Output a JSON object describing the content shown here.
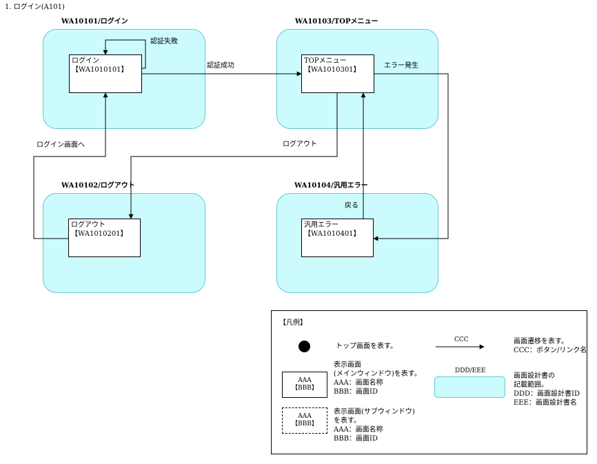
{
  "section_title": "1. ログイン(A101)",
  "groups": [
    {
      "id": "login",
      "title": "WA10101/ログイン",
      "screen_name": "ログイン",
      "screen_id": "【WA1010101】"
    },
    {
      "id": "top",
      "title": "WA10103/TOPメニュー",
      "screen_name": "TOPメニュー",
      "screen_id": "【WA1010301】"
    },
    {
      "id": "logout",
      "title": "WA10102/ログアウト",
      "screen_name": "ログアウト",
      "screen_id": "【WA1010201】"
    },
    {
      "id": "error",
      "title": "WA10104/汎用エラー",
      "screen_name": "汎用エラー",
      "screen_id": "【WA1010401】"
    }
  ],
  "transitions": {
    "auth_fail": "認証失敗",
    "auth_success": "認証成功",
    "error_occurred": "エラー発生",
    "to_login": "ログイン画面へ",
    "logout": "ログアウト",
    "back": "戻る"
  },
  "legend": {
    "title": "【凡例】",
    "top_screen_desc": "トップ画面を表す。",
    "main_window": {
      "box_line1": "AAA",
      "box_line2": "【BBB】",
      "desc": [
        "表示画面",
        "(メインウィンドウ)を表す。",
        "AAA：画面名称",
        "BBB：画面ID"
      ]
    },
    "sub_window": {
      "box_line1": "AAA",
      "box_line2": "【BBB】",
      "desc": [
        "表示画面(サブウィンドウ)",
        "を表す。",
        "AAA：画面名称",
        "BBB：画面ID"
      ]
    },
    "transition": {
      "arrow_label": "CCC",
      "desc": [
        "画面遷移を表す。",
        "CCC：ボタン/リンク名"
      ]
    },
    "design_doc": {
      "label": "DDD/EEE",
      "desc": [
        "画面設計書の",
        "記載範囲。",
        "DDD：画面設計書ID",
        "EEE：画面設計書名"
      ]
    }
  }
}
